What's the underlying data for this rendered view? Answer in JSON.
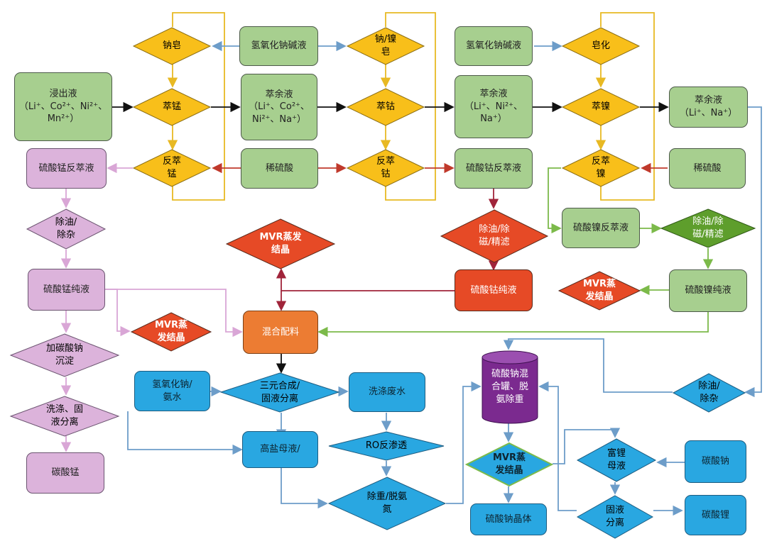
{
  "nodes": {
    "leach": "浸出液\n（Li⁺、Co²⁺、Ni²⁺、\nMn²⁺）",
    "mn_soap": "钠皂",
    "mn_extract": "萃锰",
    "mn_strip": "反萃\n锰",
    "naoh1": "氢氧化钠碱液",
    "raff1": "萃余液\n（Li⁺、Co²⁺、\nNi²⁺、Na⁺）",
    "acid1": "稀硫酸",
    "co_soap": "钠/镍\n皂",
    "co_extract": "萃钴",
    "co_strip": "反萃\n钴",
    "naoh2": "氢氧化钠碱液",
    "raff2": "萃余液\n（Li⁺、Ni²⁺、\nNa⁺）",
    "co_strip_liq": "硫酸钴反萃液",
    "ni_soap": "皂化",
    "ni_extract": "萃镍",
    "ni_strip": "反萃\n镍",
    "raff3": "萃余液\n（Li⁺、Na⁺）",
    "acid2": "稀硫酸",
    "mn_strip_liq": "硫酸锰反萃液",
    "mn_deoil": "除油/\n除杂",
    "mn_pure": "硫酸锰纯液",
    "mvr_mn": "MVR蒸\n发结晶",
    "na2co3_prec": "加碳酸钠\n沉淀",
    "wash_sep": "洗涤、固\n液分离",
    "mnco3": "碳酸锰",
    "mvr_top": "MVR蒸发\n结晶",
    "mix": "混合配料",
    "co_deoil": "除油/除\n磁/精滤",
    "co_pure": "硫酸钴纯液",
    "ni_strip_liq": "硫酸镍反萃液",
    "ni_deoil": "除油/除\n磁/精滤",
    "ni_pure": "硫酸镍纯液",
    "mvr_ni": "MVR蒸\n发结晶",
    "naoh_nh3": "氢氧化钠/\n氨水",
    "ternary": "三元合成/\n固液分离",
    "wash_water": "洗涤废水",
    "high_salt": "高盐母液/",
    "ro": "RO反渗透",
    "de_heavy": "除重/脱氨\n氮",
    "na2so4_tank": "硫酸钠混\n合罐、脱\n氨除重",
    "mvr_na": "MVR蒸\n发结晶",
    "na2so4_crystal": "硫酸钠晶体",
    "li_mother": "富锂\n母液",
    "li_sep": "固液\n分离",
    "na2co3": "碳酸钠",
    "li2co3": "碳酸锂",
    "raff_deoil": "除油/\n除杂"
  },
  "colors": {
    "green": "#a7cf8f",
    "yellow": "#f8bf1a",
    "pink": "#dcb3db",
    "red": "#e64a26",
    "blue": "#29a7e1",
    "orange": "#ec7c33",
    "purple": "#7b2a8f",
    "dark_green": "#5e9e2c",
    "line_black": "#111111",
    "line_blue": "#6d9dc9",
    "line_red": "#c0392b",
    "line_pink": "#d9a6d6",
    "line_green": "#7cba4a",
    "line_yellow": "#e8b923",
    "line_darkred": "#a0243a"
  }
}
